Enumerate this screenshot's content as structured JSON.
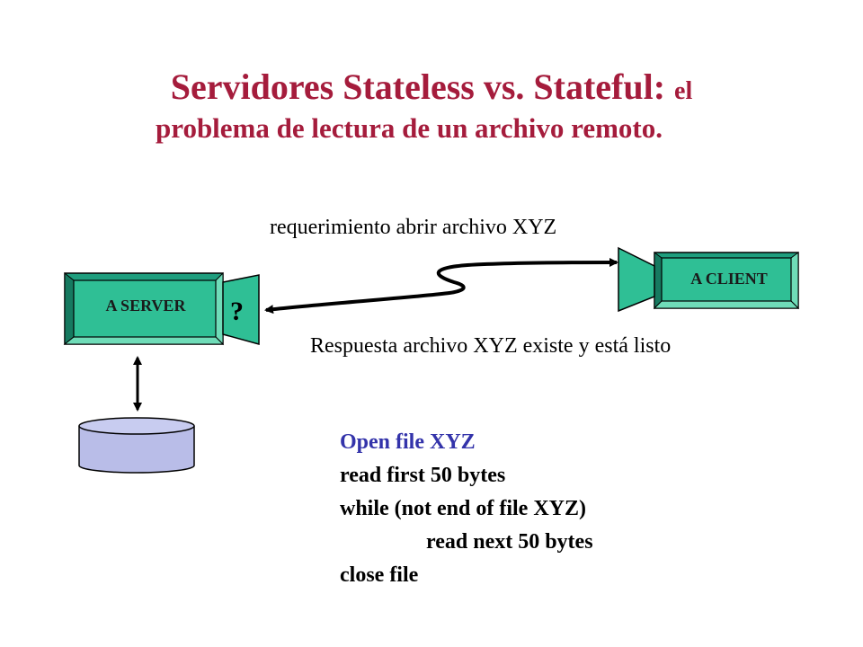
{
  "title": {
    "line1_main": "Servidores Stateless vs. Stateful:",
    "line1_small": "el",
    "line2": "problema de lectura de un archivo remoto."
  },
  "diagram": {
    "request_label": "requerimiento abrir archivo XYZ",
    "response_label": "Respuesta archivo XYZ existe y está listo",
    "server_label": "A SERVER",
    "client_label": "A CLIENT",
    "server_port_label": "?"
  },
  "code": {
    "line1": "Open file XYZ",
    "line2": "read first 50 bytes",
    "line3": "while (not end of file XYZ)",
    "line4": "read next 50 bytes",
    "line5": "close file"
  },
  "colors": {
    "title": "#a51c3c",
    "box_fill": "#1f9e7e",
    "box_inner": "#2fbf95",
    "disk_fill": "#b9bde8",
    "code_first_line": "#3333aa"
  }
}
